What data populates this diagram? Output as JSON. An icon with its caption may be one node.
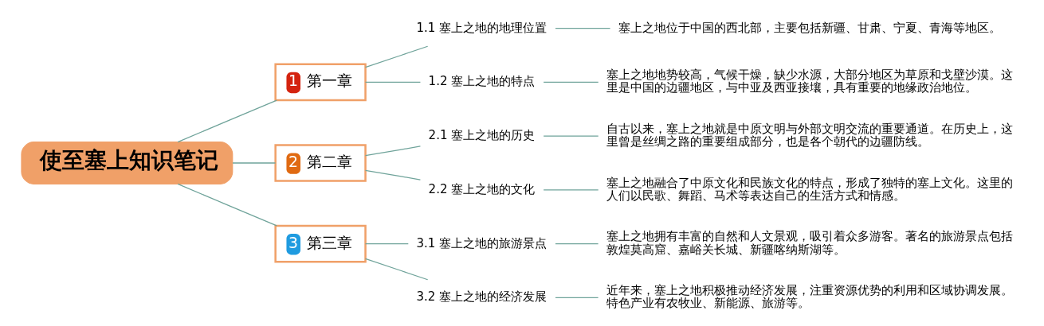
{
  "diagram": {
    "nodes": [
      {
        "text": [
          "使至塞上知识笔记"
        ]
      },
      {
        "text": [
          "1",
          "第一章"
        ]
      },
      {
        "text": [
          "1.1 塞上之地的地理位置"
        ]
      },
      {
        "text": [
          "塞上之地位于中国的西北部，主要包括新疆、甘肃、宁夏、青海等地区。"
        ]
      },
      {
        "text": [
          "1.2 塞上之地的特点"
        ]
      },
      {
        "text": [
          "塞上之地地势较高，气候干燥，缺少水源，大部分地区为草原和戈壁沙漠。这里是中国的边疆地区，与中亚及西亚接壤，具有重要的地缘政治地位。"
        ]
      },
      {
        "text": [
          "2",
          "第二章"
        ]
      },
      {
        "text": [
          "2.1 塞上之地的历史"
        ]
      },
      {
        "text": [
          "自古以来，塞上之地就是中原文明与外部文明交流的重要通道。在历史上，这里曾是丝绸之路的重要组成部分，也是各个朝代的边疆防线。"
        ]
      },
      {
        "text": [
          "2.2 塞上之地的文化"
        ]
      },
      {
        "text": [
          "塞上之地融合了中原文化和民族文化的特点，形成了独特的塞上文化。这里的人们以民歌、舞蹈、马术等表达自己的生活方式和情感。"
        ]
      },
      {
        "text": [
          "3",
          "第三章"
        ]
      },
      {
        "text": [
          "3.1 塞上之地的旅游景点"
        ]
      },
      {
        "text": [
          "塞上之地拥有丰富的自然和人文景观，吸引着众多游客。著名的旅游景点包括敦煌莫高窟、嘉峪关长城、新疆喀纳斯湖等。"
        ]
      },
      {
        "text": [
          "3.2 塞上之地的经济发展"
        ]
      },
      {
        "text": [
          "近年来，塞上之地积极推动经济发展，注重资源优势的利用和区域协调发展。特色产业有农牧业、新能源、旅游等。"
        ]
      }
    ],
    "edges": [
      {
        "from": 0,
        "to": 1,
        "arrow": "none"
      },
      {
        "from": 1,
        "to": 2,
        "arrow": "none"
      },
      {
        "from": 2,
        "to": 3,
        "arrow": "none"
      },
      {
        "from": 1,
        "to": 4,
        "arrow": "none"
      },
      {
        "from": 4,
        "to": 5,
        "arrow": "none"
      },
      {
        "from": 0,
        "to": 6,
        "arrow": "none"
      },
      {
        "from": 6,
        "to": 7,
        "arrow": "none"
      },
      {
        "from": 7,
        "to": 8,
        "arrow": "none"
      },
      {
        "from": 6,
        "to": 9,
        "arrow": "none"
      },
      {
        "from": 9,
        "to": 10,
        "arrow": "none"
      },
      {
        "from": 0,
        "to": 11,
        "arrow": "none"
      },
      {
        "from": 11,
        "to": 12,
        "arrow": "none"
      },
      {
        "from": 12,
        "to": 13,
        "arrow": "none"
      },
      {
        "from": 11,
        "to": 14,
        "arrow": "none"
      },
      {
        "from": 14,
        "to": 15,
        "arrow": "none"
      }
    ]
  }
}
